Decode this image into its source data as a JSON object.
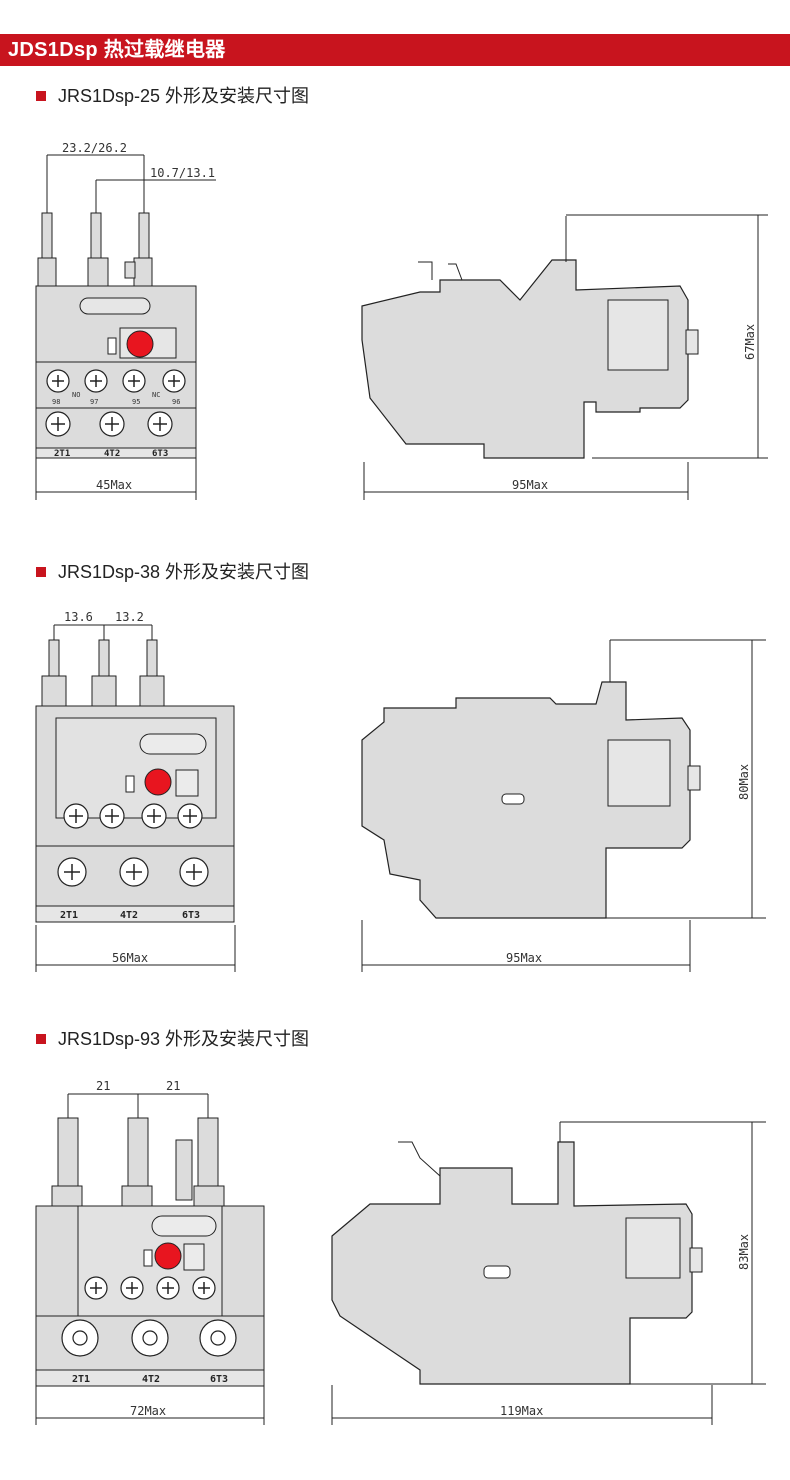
{
  "header": {
    "title": "JDS1Dsp 热过载继电器"
  },
  "colors": {
    "accent": "#c8141e",
    "body": "#dcdcdc",
    "line": "#222222",
    "button": "#e8151f"
  },
  "sections": [
    {
      "title": "JRS1Dsp-25 外形及安装尺寸图",
      "dims": {
        "pitch": "23.2/26.2",
        "sub_pitch": "10.7/13.1",
        "width": "45Max",
        "depth": "95Max",
        "height": "67Max"
      },
      "terminals": [
        "98",
        "NO",
        "97",
        "95",
        "NC",
        "96"
      ],
      "bottom_labels": [
        "2T1",
        "4T2",
        "6T3"
      ]
    },
    {
      "title": "JRS1Dsp-38 外形及安装尺寸图",
      "dims": {
        "pitch_left": "13.6",
        "pitch_right": "13.2",
        "width": "56Max",
        "depth": "95Max",
        "height": "80Max"
      },
      "bottom_labels": [
        "2T1",
        "4T2",
        "6T3"
      ]
    },
    {
      "title": "JRS1Dsp-93 外形及安装尺寸图",
      "dims": {
        "pitch_left": "21",
        "pitch_right": "21",
        "width": "72Max",
        "depth": "119Max",
        "height": "83Max"
      },
      "bottom_labels": [
        "2T1",
        "4T2",
        "6T3"
      ]
    }
  ]
}
